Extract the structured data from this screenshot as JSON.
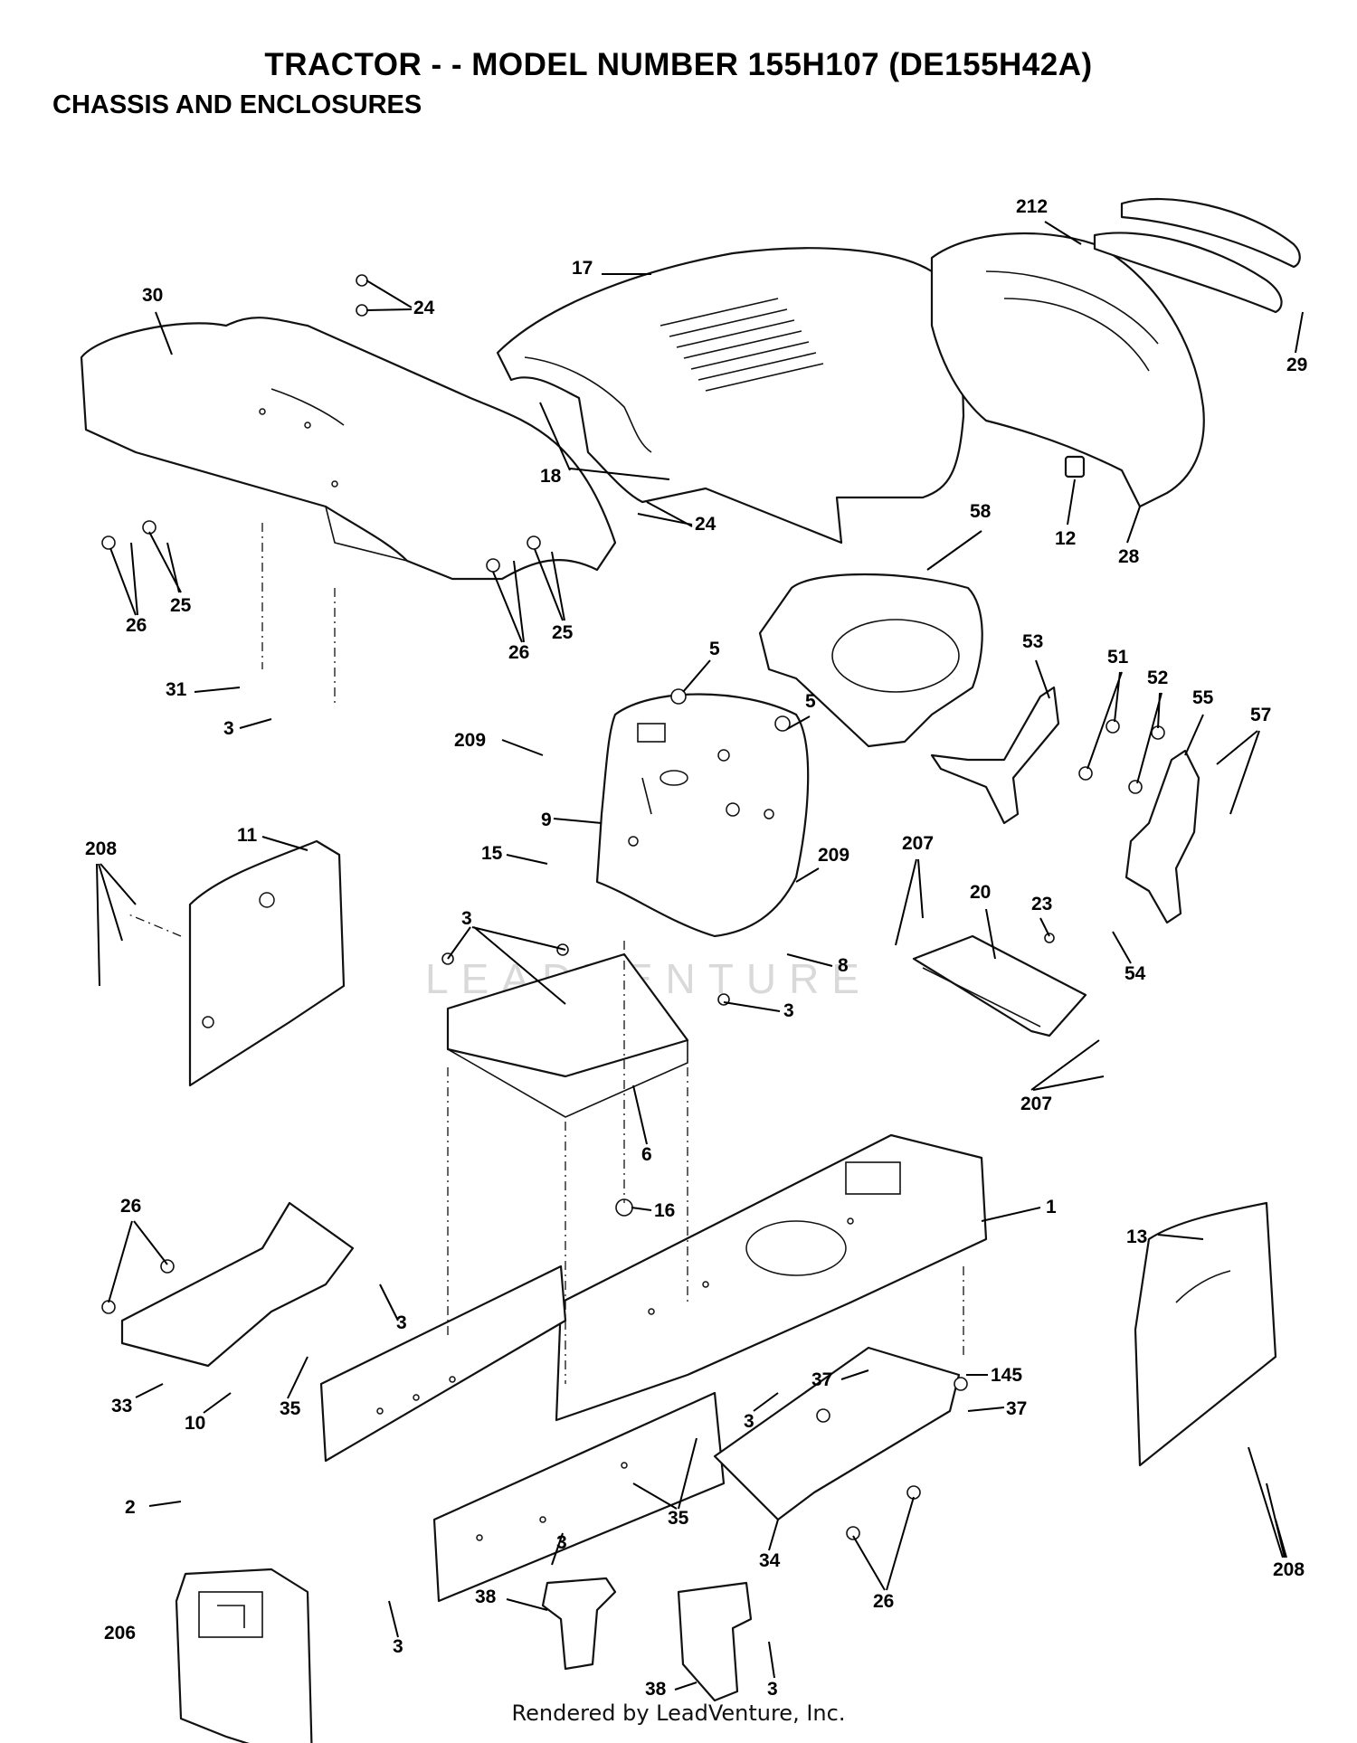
{
  "header": {
    "title": "TRACTOR - - MODEL NUMBER 155H107 (DE155H42A)",
    "subtitle": "CHASSIS AND ENCLOSURES"
  },
  "footer": {
    "text": "Rendered by LeadVenture, Inc."
  },
  "watermark": {
    "text": "LEADVENTURE"
  },
  "callouts": [
    {
      "id": "c17",
      "text": "17"
    },
    {
      "id": "c212",
      "text": "212"
    },
    {
      "id": "c30",
      "text": "30"
    },
    {
      "id": "c24a",
      "text": "24"
    },
    {
      "id": "c29",
      "text": "29"
    },
    {
      "id": "c18",
      "text": "18"
    },
    {
      "id": "c24b",
      "text": "24"
    },
    {
      "id": "c12",
      "text": "12"
    },
    {
      "id": "c28",
      "text": "28"
    },
    {
      "id": "c58",
      "text": "58"
    },
    {
      "id": "c25a",
      "text": "25"
    },
    {
      "id": "c26a",
      "text": "26"
    },
    {
      "id": "c26b",
      "text": "26"
    },
    {
      "id": "c25b",
      "text": "25"
    },
    {
      "id": "c5a",
      "text": "5"
    },
    {
      "id": "c53",
      "text": "53"
    },
    {
      "id": "c51",
      "text": "51"
    },
    {
      "id": "c52",
      "text": "52"
    },
    {
      "id": "c55",
      "text": "55"
    },
    {
      "id": "c57",
      "text": "57"
    },
    {
      "id": "c31",
      "text": "31"
    },
    {
      "id": "c3a",
      "text": "3"
    },
    {
      "id": "c5b",
      "text": "5"
    },
    {
      "id": "c209a",
      "text": "209"
    },
    {
      "id": "c9",
      "text": "9"
    },
    {
      "id": "c208a",
      "text": "208"
    },
    {
      "id": "c11",
      "text": "11"
    },
    {
      "id": "c15",
      "text": "15"
    },
    {
      "id": "c209b",
      "text": "209"
    },
    {
      "id": "c207a",
      "text": "207"
    },
    {
      "id": "c20",
      "text": "20"
    },
    {
      "id": "c23",
      "text": "23"
    },
    {
      "id": "c3b",
      "text": "3"
    },
    {
      "id": "c8",
      "text": "8"
    },
    {
      "id": "c54",
      "text": "54"
    },
    {
      "id": "c3c",
      "text": "3"
    },
    {
      "id": "c207b",
      "text": "207"
    },
    {
      "id": "c6",
      "text": "6"
    },
    {
      "id": "c26c",
      "text": "26"
    },
    {
      "id": "c16",
      "text": "16"
    },
    {
      "id": "c1",
      "text": "1"
    },
    {
      "id": "c13",
      "text": "13"
    },
    {
      "id": "c3d",
      "text": "3"
    },
    {
      "id": "c37a",
      "text": "37"
    },
    {
      "id": "c145",
      "text": "145"
    },
    {
      "id": "c37b",
      "text": "37"
    },
    {
      "id": "c33",
      "text": "33"
    },
    {
      "id": "c35a",
      "text": "35"
    },
    {
      "id": "c10",
      "text": "10"
    },
    {
      "id": "c3e",
      "text": "3"
    },
    {
      "id": "c2",
      "text": "2"
    },
    {
      "id": "c35b",
      "text": "35"
    },
    {
      "id": "c34",
      "text": "34"
    },
    {
      "id": "c208b",
      "text": "208"
    },
    {
      "id": "c3f",
      "text": "3"
    },
    {
      "id": "c26d",
      "text": "26"
    },
    {
      "id": "c38a",
      "text": "38"
    },
    {
      "id": "c206",
      "text": "206"
    },
    {
      "id": "c3g",
      "text": "3"
    },
    {
      "id": "c38b",
      "text": "38"
    },
    {
      "id": "c3h",
      "text": "3"
    }
  ]
}
